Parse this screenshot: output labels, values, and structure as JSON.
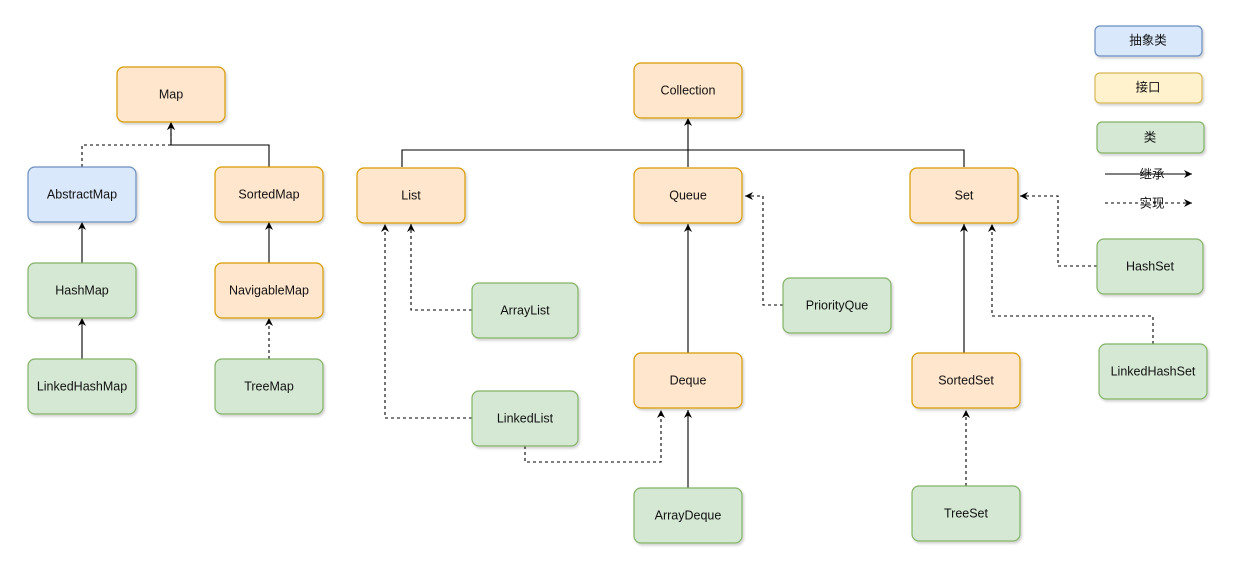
{
  "colors": {
    "abstract_fill": "#dae8fc",
    "abstract_stroke": "#6c8ebf",
    "interface_fill": "#ffe6cc",
    "interface_stroke": "#d79b00",
    "class_fill": "#d5e8d4",
    "class_stroke": "#82b366",
    "edge": "#000000"
  },
  "nodes": {
    "map": {
      "label": "Map",
      "kind": "interface"
    },
    "abstract_map": {
      "label": "AbstractMap",
      "kind": "abstract"
    },
    "sorted_map": {
      "label": "SortedMap",
      "kind": "interface"
    },
    "hash_map": {
      "label": "HashMap",
      "kind": "class"
    },
    "navigable_map": {
      "label": "NavigableMap",
      "kind": "interface"
    },
    "linked_hash_map": {
      "label": "LinkedHashMap",
      "kind": "class"
    },
    "tree_map": {
      "label": "TreeMap",
      "kind": "class"
    },
    "collection": {
      "label": "Collection",
      "kind": "interface"
    },
    "list": {
      "label": "List",
      "kind": "interface"
    },
    "queue": {
      "label": "Queue",
      "kind": "interface"
    },
    "set": {
      "label": "Set",
      "kind": "interface"
    },
    "array_list": {
      "label": "ArrayList",
      "kind": "class"
    },
    "linked_list": {
      "label": "LinkedList",
      "kind": "class"
    },
    "priority_que": {
      "label": "PriorityQue",
      "kind": "class"
    },
    "deque": {
      "label": "Deque",
      "kind": "interface"
    },
    "array_deque": {
      "label": "ArrayDeque",
      "kind": "class"
    },
    "hash_set": {
      "label": "HashSet",
      "kind": "class"
    },
    "linked_hash_set": {
      "label": "LinkedHashSet",
      "kind": "class"
    },
    "sorted_set": {
      "label": "SortedSet",
      "kind": "interface"
    },
    "tree_set": {
      "label": "TreeSet",
      "kind": "class"
    }
  },
  "legend": {
    "abstract_label": "抽象类",
    "interface_label": "接口",
    "class_label": "类",
    "inherit_label": "继承",
    "implement_label": "实现"
  }
}
